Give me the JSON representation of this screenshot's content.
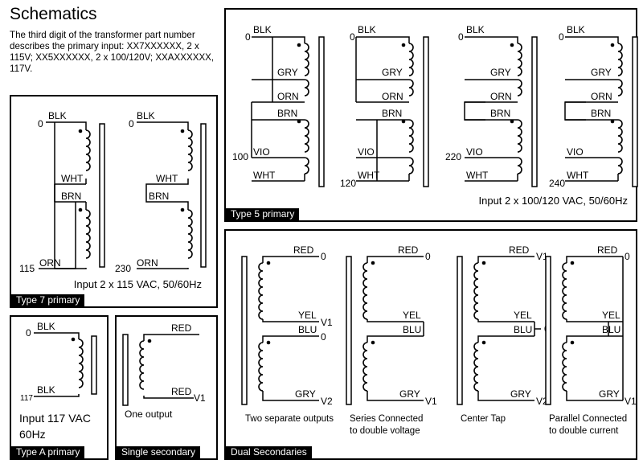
{
  "header": {
    "title": "Schematics",
    "intro": "The third digit of the transformer part number describes the primary input: XX7XXXXXX, 2 x 115V; XX5XXXXXX, 2 x 100/120V; XXAXXXXXX, 117V."
  },
  "type7": {
    "label": "Type 7 primary",
    "input": "Input 2 x 115 VAC, 50/60Hz",
    "left": {
      "n0": "0",
      "blk": "BLK",
      "wht": "WHT",
      "brn": "BRN",
      "orn": "ORN",
      "n115": "115"
    },
    "right": {
      "n0": "0",
      "blk": "BLK",
      "wht": "WHT",
      "brn": "BRN",
      "orn": "ORN",
      "n230": "230"
    }
  },
  "type5": {
    "label": "Type 5 primary",
    "input": "Input 2 x 100/120 VAC, 50/60Hz",
    "d1": {
      "n0": "0",
      "blk": "BLK",
      "gry": "GRY",
      "orn": "ORN",
      "brn": "BRN",
      "n100": "100",
      "vio": "VIO",
      "wht": "WHT"
    },
    "d2": {
      "n0": "0",
      "blk": "BLK",
      "gry": "GRY",
      "orn": "ORN",
      "brn": "BRN",
      "vio": "VIO",
      "wht": "WHT",
      "n120": "120"
    },
    "d3": {
      "n0": "0",
      "blk": "BLK",
      "gry": "GRY",
      "orn": "ORN",
      "brn": "BRN",
      "n220": "220",
      "vio": "VIO",
      "wht": "WHT"
    },
    "d4": {
      "n0": "0",
      "blk": "BLK",
      "gry": "GRY",
      "orn": "ORN",
      "brn": "BRN",
      "vio": "VIO",
      "wht": "WHT",
      "n240": "240"
    }
  },
  "typeA": {
    "label": "Type A primary",
    "n0": "0",
    "blk1": "BLK",
    "n117": "117",
    "blk2": "BLK",
    "input_line1": "Input 117 VAC",
    "input_line2": "60Hz"
  },
  "single": {
    "label": "Single secondary",
    "red": "RED",
    "red2": "RED",
    "v1": "V1",
    "caption": "One output"
  },
  "dual": {
    "label": "Dual Secondaries",
    "s1": {
      "red": "RED",
      "n0a": "0",
      "yel": "YEL",
      "v1": "V1",
      "blu": "BLU",
      "n0b": "0",
      "gry": "GRY",
      "v2": "V2",
      "caption1": "Two separate outputs",
      "caption2": ""
    },
    "s2": {
      "red": "RED",
      "n0": "0",
      "yel": "YEL",
      "blu": "BLU",
      "gry": "GRY",
      "v1": "V1",
      "caption1": "Series Connected",
      "caption2": "to double voltage"
    },
    "s3": {
      "red": "RED",
      "v1": "V1",
      "yel": "YEL",
      "blu": "BLU",
      "n0": "0",
      "gry": "GRY",
      "v2": "V2",
      "caption1": "Center Tap",
      "caption2": ""
    },
    "s4": {
      "red": "RED",
      "n0": "0",
      "yel": "YEL",
      "blu": "BLU",
      "gry": "GRY",
      "v1": "V1",
      "caption1": "Parallel Connected",
      "caption2": "to double current"
    }
  }
}
